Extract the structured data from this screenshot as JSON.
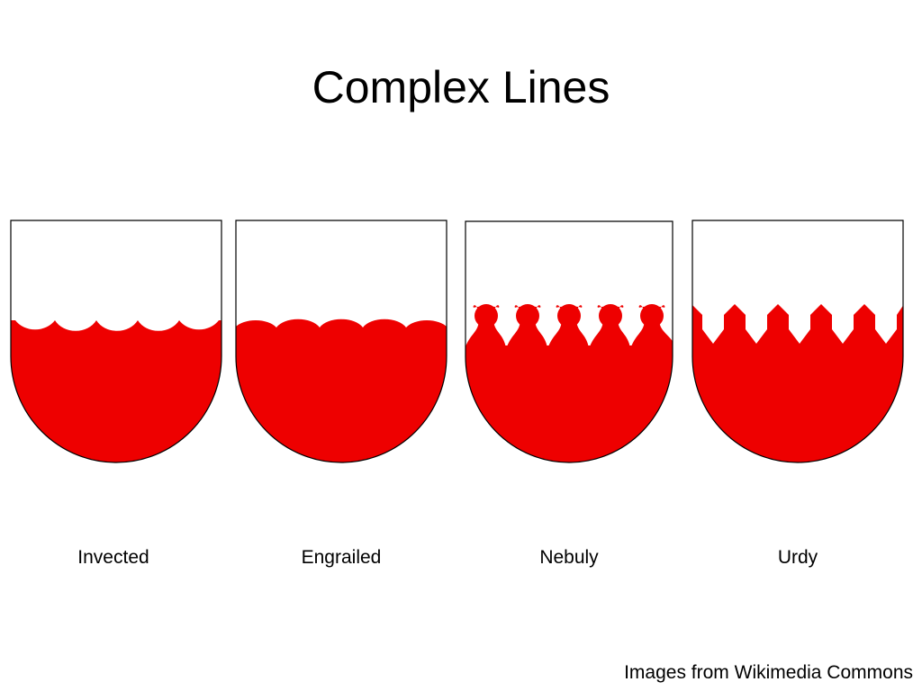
{
  "slide": {
    "title": "Complex Lines",
    "credit": "Images from Wikimedia Commons"
  },
  "colors": {
    "tincture": "#ee0000",
    "field": "#ffffff",
    "outline": "#000000"
  },
  "shields": [
    {
      "line": "invected",
      "icon": "invected-shield-icon",
      "label": "Invected"
    },
    {
      "line": "engrailed",
      "icon": "engrailed-shield-icon",
      "label": "Engrailed"
    },
    {
      "line": "nebuly",
      "icon": "nebuly-shield-icon",
      "label": "Nebuly"
    },
    {
      "line": "urdy",
      "icon": "urdy-shield-icon",
      "label": "Urdy"
    }
  ]
}
